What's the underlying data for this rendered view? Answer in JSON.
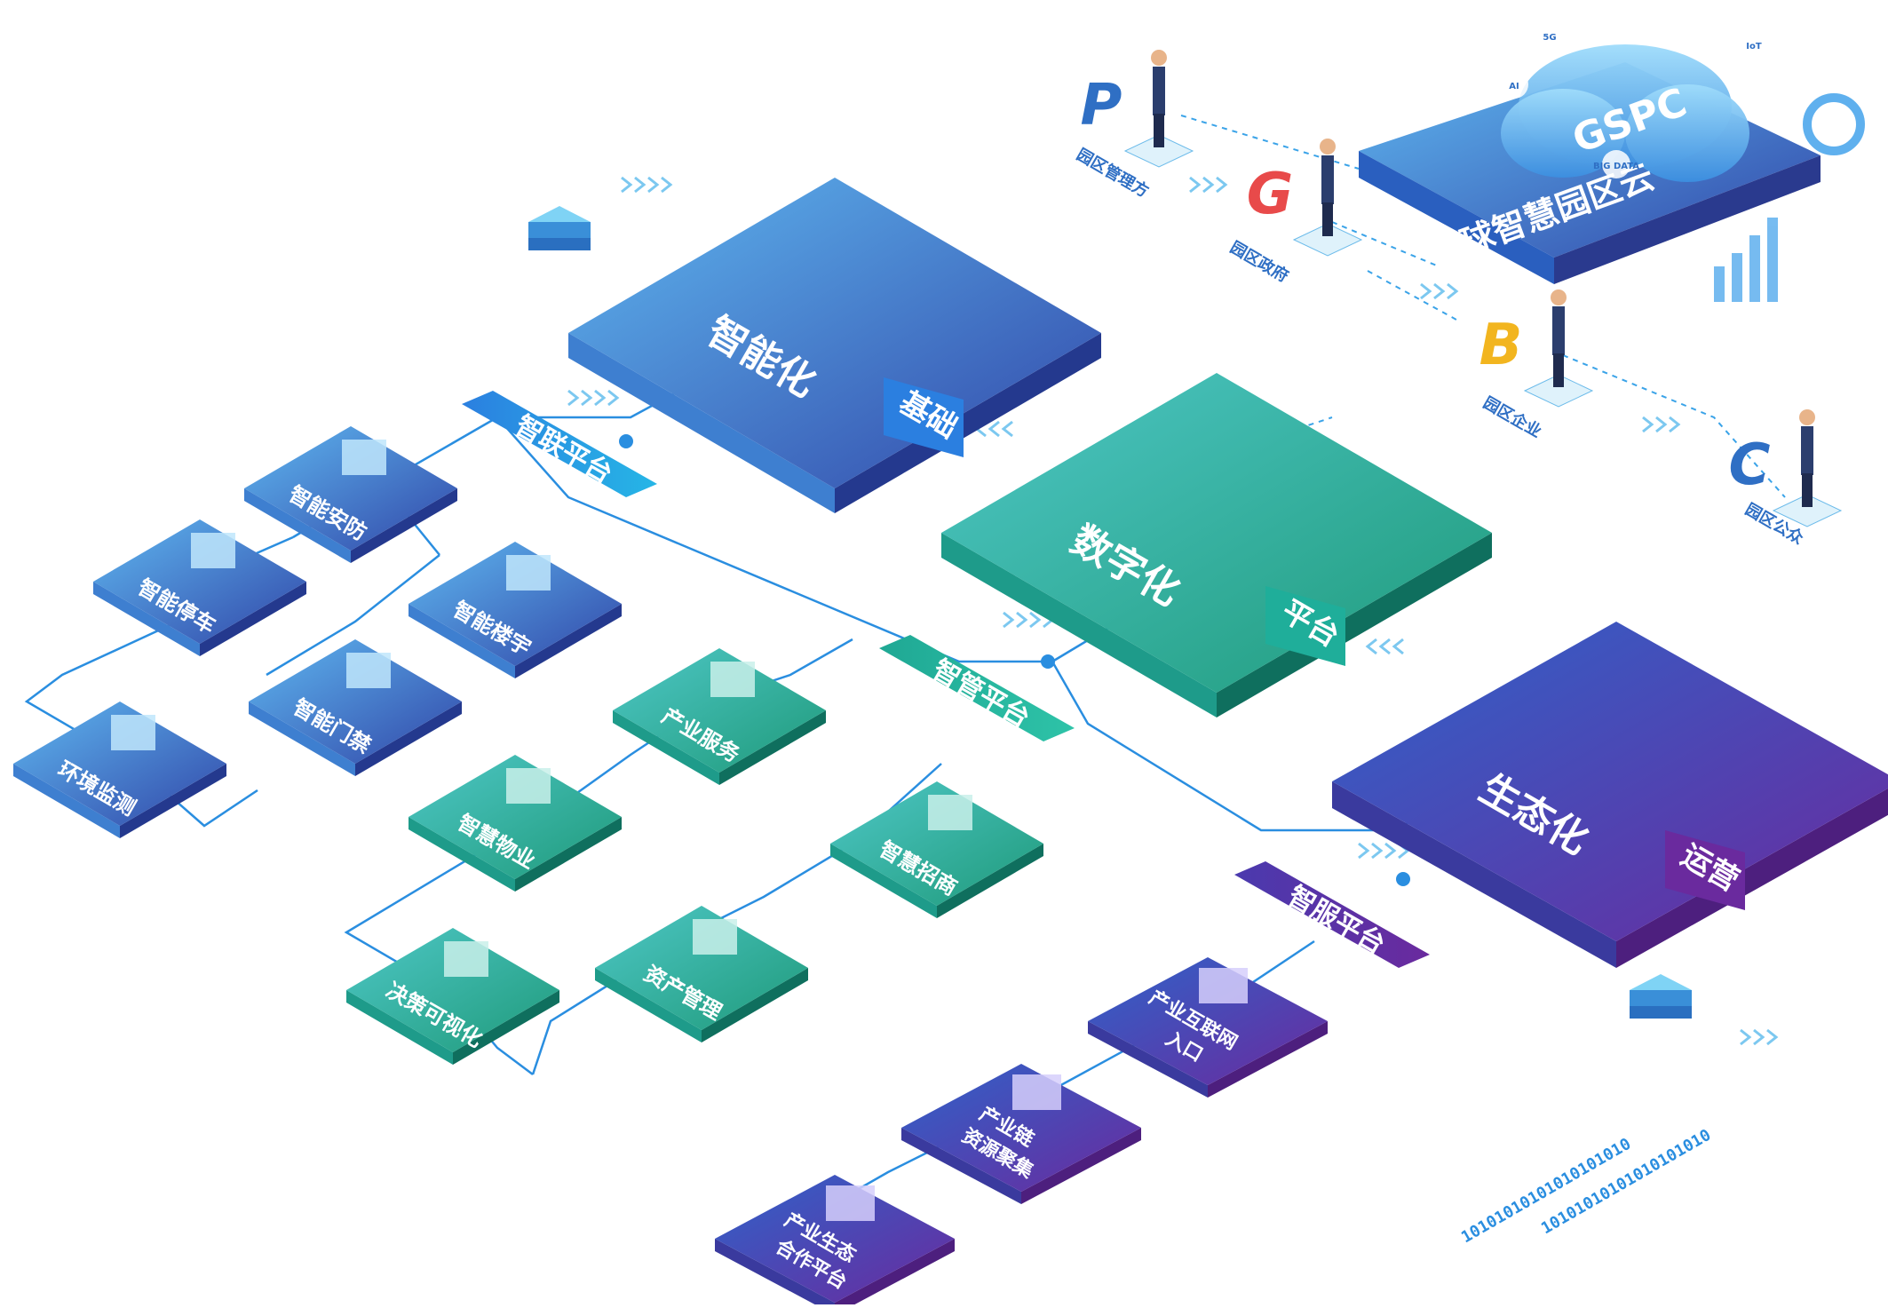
{
  "cloud": {
    "title": "全球智慧园区云",
    "badge": "GSPC",
    "tags": [
      "5G",
      "AI",
      "IoT",
      "BIG DATA"
    ]
  },
  "main_tiles": [
    {
      "id": "intelligent",
      "label": "智能化",
      "tag": "基础"
    },
    {
      "id": "digital",
      "label": "数字化",
      "tag": "平台"
    },
    {
      "id": "ecosystem",
      "label": "生态化",
      "tag": "运营"
    }
  ],
  "platforms": [
    "智联平台",
    "智管平台",
    "智服平台"
  ],
  "roles": [
    {
      "letter": "P",
      "label": "园区管理方",
      "color": "#2f6fc4"
    },
    {
      "letter": "G",
      "label": "园区政府",
      "color": "#e84a4a"
    },
    {
      "letter": "B",
      "label": "园区企业",
      "color": "#f2b51f"
    },
    {
      "letter": "C",
      "label": "园区公众",
      "color": "#2f6fc4"
    }
  ],
  "left_tiles": [
    "智能安防",
    "智能停车",
    "智能楼宇",
    "环境监测",
    "智能门禁"
  ],
  "mid_tiles": [
    "产业服务",
    "智慧物业",
    "智慧招商",
    "决策可视化",
    "资产管理"
  ],
  "service_tiles": [
    {
      "line1": "产业互联网",
      "line2": "入口"
    },
    {
      "line1": "产业链",
      "line2": "资源聚集"
    },
    {
      "line1": "产业生态",
      "line2": "合作平台"
    }
  ],
  "binary": [
    "10101010101010101010",
    "10101010101010101010"
  ],
  "colors": {
    "blue": "#2b6fd0",
    "teal": "#1fae9a",
    "purple": "#5b2fa3",
    "line": "#2a8ee0"
  }
}
